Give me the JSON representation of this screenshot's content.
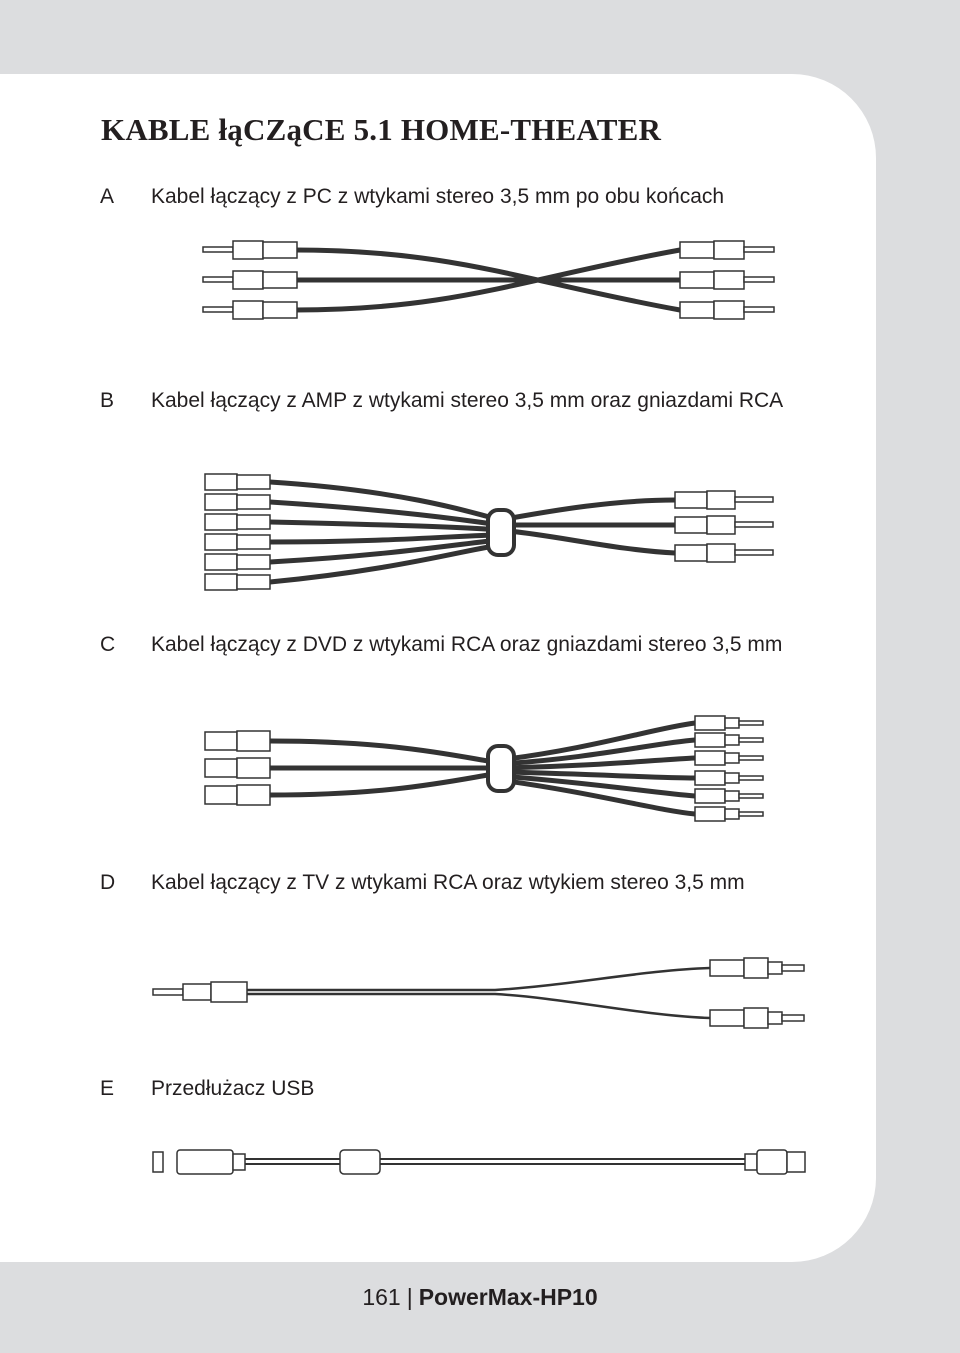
{
  "page": {
    "title": "KABLE łąCZąCE 5.1 HOME-THEATER",
    "items": [
      {
        "letter": "A",
        "description": "Kabel łączący z PC z wtykami stereo 3,5 mm po obu końcach"
      },
      {
        "letter": "B",
        "description": "Kabel łączący z AMP z wtykami stereo 3,5 mm oraz gniazdami RCA"
      },
      {
        "letter": "C",
        "description": "Kabel łączący z DVD z wtykami RCA oraz gniazdami stereo 3,5 mm"
      },
      {
        "letter": "D",
        "description": "Kabel łączący z TV z wtykami RCA oraz wtykiem stereo 3,5 mm"
      },
      {
        "letter": "E",
        "description": "Przedłużacz USB"
      }
    ]
  },
  "footer": {
    "page_number": "161",
    "separator": "|",
    "model": "PowerMax-HP10"
  },
  "colors": {
    "background": "#dcdddf",
    "sheet": "#ffffff",
    "text": "#231f20",
    "cable": "#3a3a3a"
  },
  "illustrations": [
    "stereo-cable-icon",
    "amp-cable-icon",
    "dvd-cable-icon",
    "tv-cable-icon",
    "usb-extension-icon"
  ]
}
